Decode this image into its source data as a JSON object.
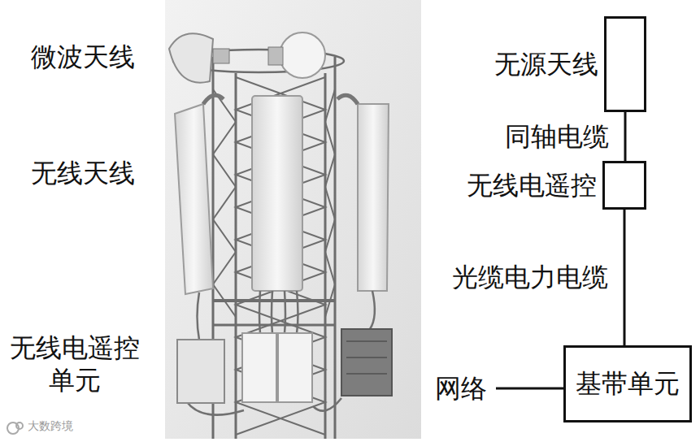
{
  "diagram": {
    "nodes": [
      {
        "text": [
          "无源天线"
        ]
      },
      {
        "text": [
          "无线电遥控"
        ]
      },
      {
        "text": [
          "基带单元"
        ]
      }
    ],
    "edges": [
      {
        "from": 0,
        "to": 1,
        "label": "同轴电缆",
        "arrow": "none"
      },
      {
        "from": 1,
        "to": 2,
        "label": "光缆电力电缆",
        "arrow": "none"
      }
    ],
    "labels": [
      "微波天线",
      "无线天线",
      "无线电遥控 单元",
      "网络",
      "大数跨境"
    ]
  }
}
